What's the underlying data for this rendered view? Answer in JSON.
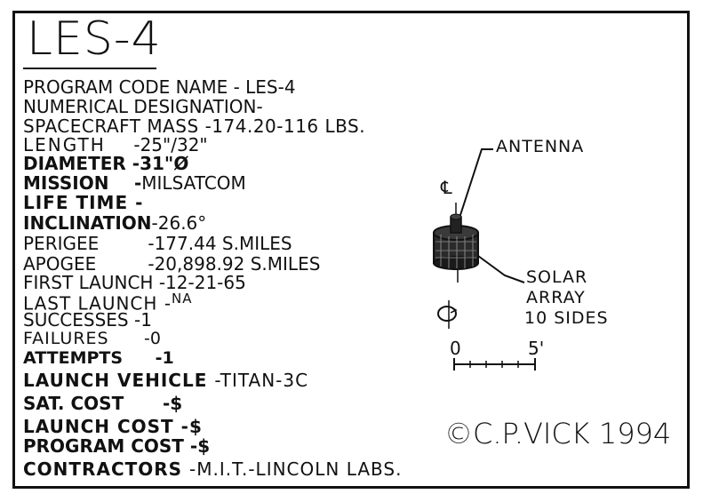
{
  "title": "LES-4",
  "specs": [
    {
      "label": "PROGRAM CODE NAME",
      "sep": "-",
      "value": "LES-4"
    },
    {
      "label": "NUMERICAL DESIGNATION",
      "sep": "-",
      "value": ""
    },
    {
      "label": "SPACECRAFT MASS",
      "sep": "-",
      "value": "174.20-116 LBS."
    },
    {
      "label": "LENGTH",
      "sep": "-",
      "value": "25\"/32\""
    },
    {
      "label": "DIAMETER",
      "sep": "-",
      "value": "31\"Ø"
    },
    {
      "label": "MISSION",
      "sep": "-",
      "value": "MILSATCOM"
    },
    {
      "label": "LIFE TIME",
      "sep": "-",
      "value": ""
    },
    {
      "label": "INCLINATION",
      "sep": "-",
      "value": "26.6°"
    },
    {
      "label": "PERIGEE",
      "sep": "-",
      "value": "177.44 S.MILES"
    },
    {
      "label": "APOGEE",
      "sep": "-",
      "value": "20,898.92 S.MILES"
    },
    {
      "label": "FIRST LAUNCH",
      "sep": "-",
      "value": "12-21-65"
    },
    {
      "label": "LAST LAUNCH",
      "sep": "-",
      "value": "NA"
    },
    {
      "label": "SUCCESSES",
      "sep": "-",
      "value": "1"
    },
    {
      "label": "FAILURES",
      "sep": "-",
      "value": "0"
    },
    {
      "label": "ATTEMPTS",
      "sep": "-",
      "value": "1"
    },
    {
      "label": "LAUNCH VEHICLE",
      "sep": "-",
      "value": "TITAN-3C"
    },
    {
      "label": "SAT. COST",
      "sep": "-",
      "value": "$"
    },
    {
      "label": "LAUNCH COST",
      "sep": "-",
      "value": "$"
    },
    {
      "label": "PROGRAM COST",
      "sep": "-",
      "value": "$"
    },
    {
      "label": "CONTRACTORS",
      "sep": "-",
      "value": "M.I.T.-LINCOLN LABS."
    }
  ],
  "drawing": {
    "antenna_label": "ANTENNA",
    "solar_array_label_1": "SOLAR",
    "solar_array_label_2": "ARRAY",
    "solar_array_label_3": "10 SIDES",
    "scale_start": "0",
    "scale_end": "5'",
    "centerline_mark": "℄"
  },
  "credit": "©C.P.VICK 1994"
}
